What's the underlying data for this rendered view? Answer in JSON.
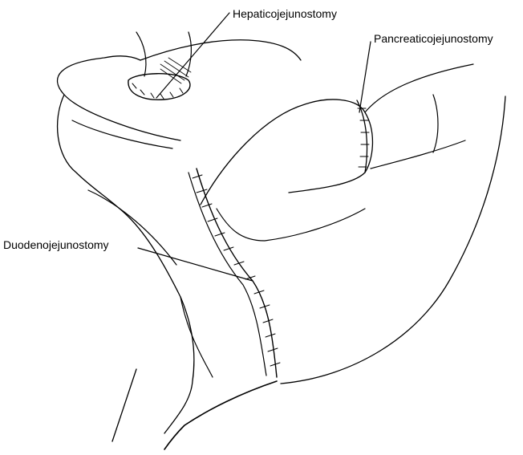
{
  "labels": {
    "hepaticojejunostomy": "Hepaticojejunostomy",
    "pancreaticojejunostomy": "Pancreaticojejunostomy",
    "duodenojejunostomy": "Duodenojejunostomy"
  },
  "colors": {
    "ink": "#000000",
    "background": "#ffffff"
  }
}
